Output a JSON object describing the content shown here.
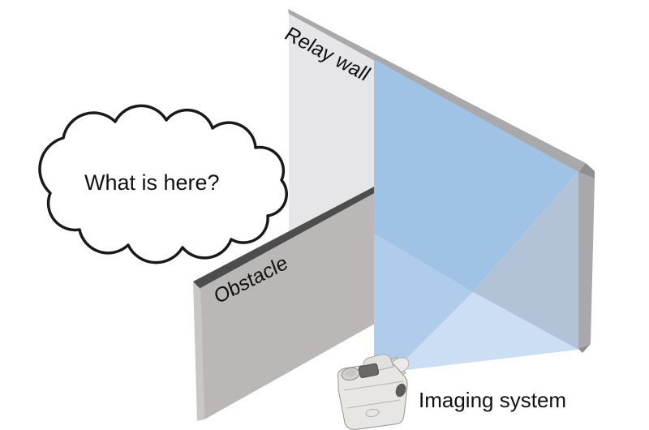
{
  "labels": {
    "relay_wall": "Relay wall",
    "obstacle": "Obstacle",
    "imaging_system": "Imaging system",
    "thought": "What is here?"
  },
  "colors": {
    "background": "#ffffff",
    "wall_face": "#e6e6e8",
    "wall_edge": "#a9a9ab",
    "wall_edge_dark": "#8e8e90",
    "obstacle_face": "#bab7b6",
    "obstacle_top_edge": "#4d4d4d",
    "obstacle_side_edge": "#c9c7c6",
    "cone_upper": "#a0c2e4",
    "cone_left": "#afcceb",
    "cone_right": "#b3c3d7",
    "cone_lower": "#cbdef4",
    "camera_body": "#e8e6e2",
    "cloud_outline": "#1a1a1a",
    "text": "#111111"
  }
}
